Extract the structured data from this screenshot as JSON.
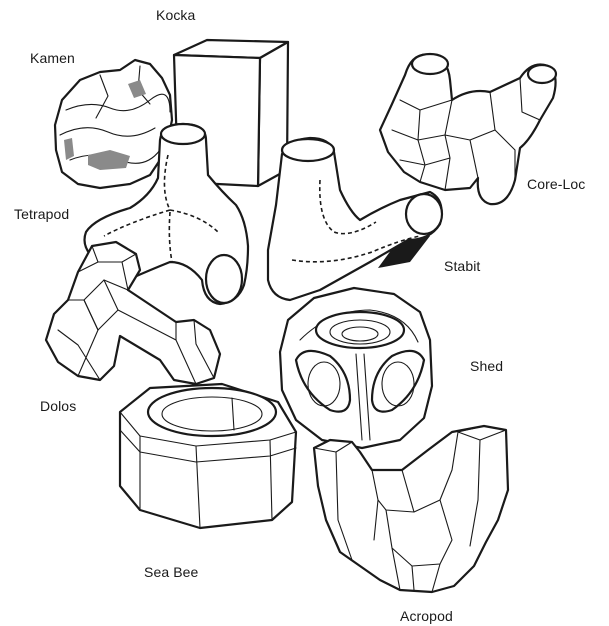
{
  "labels": {
    "kocka": "Kocka",
    "kamen": "Kamen",
    "tetrapod": "Tetrapod",
    "core_loc": "Core-Loc",
    "stabit": "Stabit",
    "shed": "Shed",
    "dolos": "Dolos",
    "sea_bee": "Sea Bee",
    "acropod": "Acropod"
  },
  "colors": {
    "ink": "#1a1a1a",
    "shade": "#8a8a8a",
    "background": "#ffffff"
  }
}
